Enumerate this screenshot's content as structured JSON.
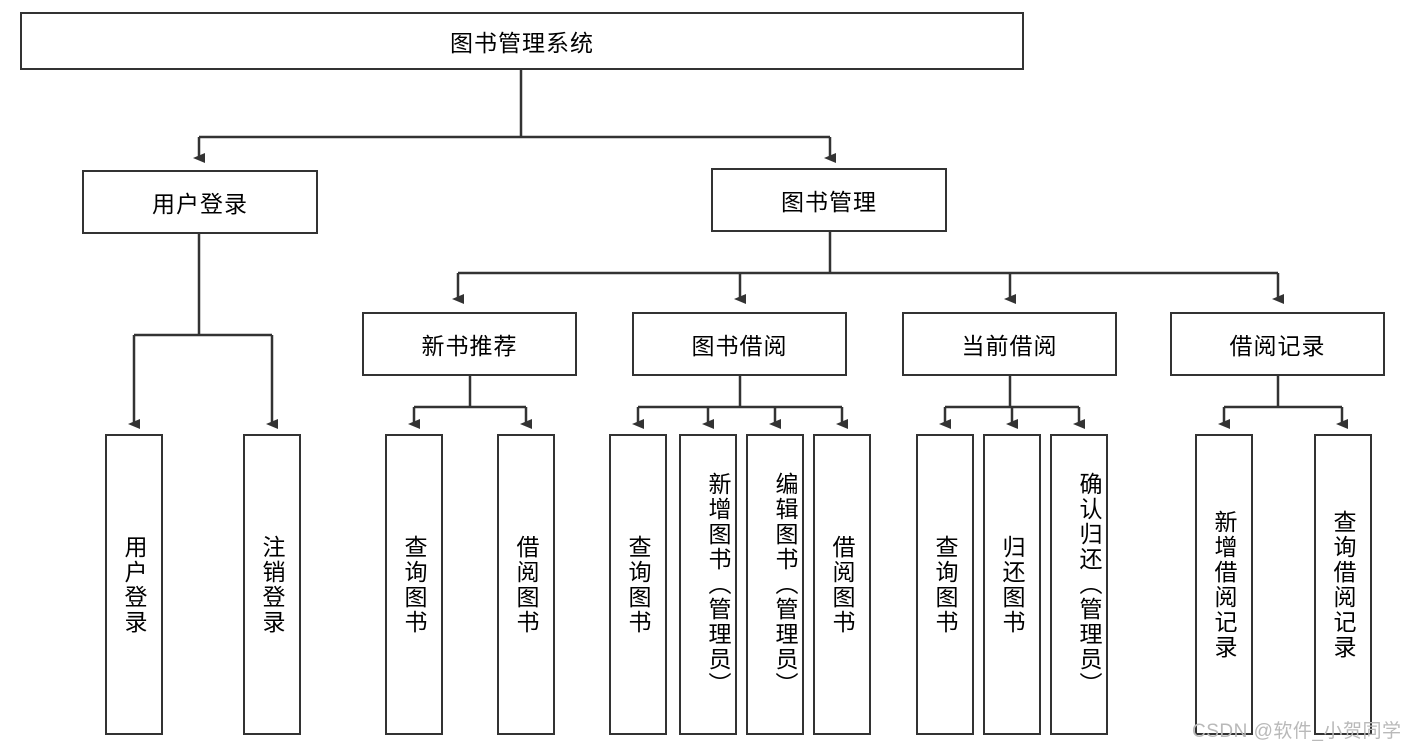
{
  "diagram": {
    "type": "hierarchy-tree",
    "title_node": {
      "label": "图书管理系统"
    },
    "level2": [
      {
        "id": "user-login",
        "label": "用户登录"
      },
      {
        "id": "book-management",
        "label": "图书管理"
      }
    ],
    "level3": [
      {
        "id": "new-book-recommend",
        "label": "新书推荐",
        "parent": "book-management"
      },
      {
        "id": "book-borrow",
        "label": "图书借阅",
        "parent": "book-management"
      },
      {
        "id": "current-borrow",
        "label": "当前借阅",
        "parent": "book-management"
      },
      {
        "id": "borrow-record",
        "label": "借阅记录",
        "parent": "book-management"
      }
    ],
    "leaves": {
      "user_login": [
        {
          "label": "用户登录"
        },
        {
          "label": "注销登录"
        }
      ],
      "new_book_recommend": [
        {
          "label": "查询图书"
        },
        {
          "label": "借阅图书"
        }
      ],
      "book_borrow": [
        {
          "label": "查询图书"
        },
        {
          "label": "新增图书（管理员）"
        },
        {
          "label": "编辑图书（管理员）"
        },
        {
          "label": "借阅图书"
        }
      ],
      "current_borrow": [
        {
          "label": "查询图书"
        },
        {
          "label": "归还图书"
        },
        {
          "label": "确认归还（管理员）"
        }
      ],
      "borrow_record": [
        {
          "label": "新增借阅记录"
        },
        {
          "label": "查询借阅记录"
        }
      ]
    }
  },
  "watermark": {
    "text": "CSDN @软件_小贺同学"
  },
  "colors": {
    "stroke": "#333333",
    "background": "#ffffff",
    "text": "#000000",
    "watermark": "#b9b9b9"
  }
}
